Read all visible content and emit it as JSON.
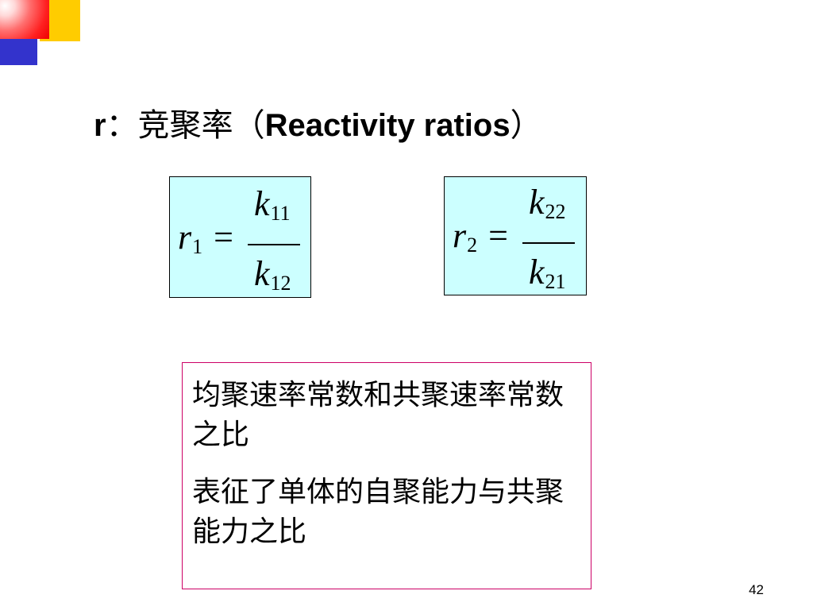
{
  "slide": {
    "title": {
      "symbol": "r",
      "chinese": "：竞聚率（",
      "english": "Reactivity ratios",
      "close": "）"
    },
    "formulas": [
      {
        "lhs_var": "r",
        "lhs_sub": "1",
        "eq": "=",
        "num_var": "k",
        "num_sub": "11",
        "den_var": "k",
        "den_sub": "12"
      },
      {
        "lhs_var": "r",
        "lhs_sub": "2",
        "eq": "=",
        "num_var": "k",
        "num_sub": "22",
        "den_var": "k",
        "den_sub": "21"
      }
    ],
    "description": [
      "均聚速率常数和共聚速率常数之比",
      "表征了单体的自聚能力与共聚能力之比"
    ],
    "page_number": "42"
  },
  "colors": {
    "formula_bg": "#ccffff",
    "desc_border": "#cc0066",
    "corner_yellow": "#ffcc00",
    "corner_red": "#ff2020",
    "corner_blue": "#3333cc"
  }
}
